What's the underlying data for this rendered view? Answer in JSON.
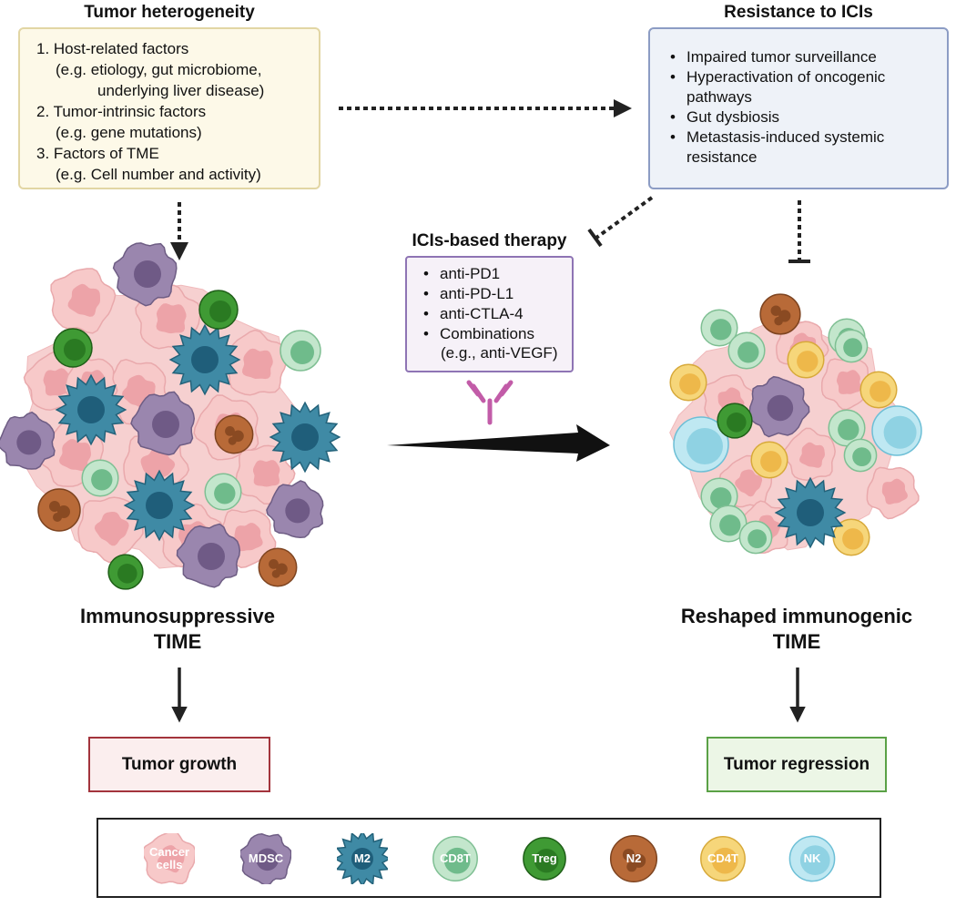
{
  "left_panel": {
    "heading": "Tumor heterogeneity",
    "factors": [
      "1. Host-related factors",
      "(e.g. etiology, gut microbiome,",
      "underlying liver disease)",
      "2. Tumor-intrinsic factors",
      "(e.g. gene mutations)",
      "3. Factors of TME",
      "(e.g. Cell number and activity)"
    ],
    "cluster_label": [
      "Immunosuppressive",
      "TIME"
    ],
    "outcome": "Tumor growth"
  },
  "right_panel": {
    "heading": "Resistance to ICIs",
    "mechanisms": [
      "Impaired tumor surveillance",
      "Hyperactivation of oncogenic pathways",
      "Gut dysbiosis",
      "Metastasis-induced systemic resistance"
    ],
    "cluster_label": [
      "Reshaped immunogenic",
      "TIME"
    ],
    "outcome": "Tumor regression"
  },
  "therapy": {
    "heading": "ICIs-based therapy",
    "items": [
      "anti-PD1",
      "anti-PD-L1",
      "anti-CTLA-4",
      "Combinations"
    ],
    "note": "(e.g., anti-VEGF)"
  },
  "legend": [
    {
      "label": "Cancer cells",
      "icon": "cancer-cell-icon",
      "color": "#f5c3c3"
    },
    {
      "label": "MDSC",
      "icon": "mdsc-cell-icon",
      "color": "#8d7aa3"
    },
    {
      "label": "M2",
      "icon": "m2-macrophage-icon",
      "color": "#3f8aa5"
    },
    {
      "label": "CD8T",
      "icon": "cd8t-cell-icon",
      "color": "#a9d8b5"
    },
    {
      "label": "Treg",
      "icon": "treg-cell-icon",
      "color": "#3f9a34"
    },
    {
      "label": "N2",
      "icon": "n2-neutrophil-icon",
      "color": "#b86a38"
    },
    {
      "label": "CD4T",
      "icon": "cd4t-cell-icon",
      "color": "#f3cc5c"
    },
    {
      "label": "NK",
      "icon": "nk-cell-icon",
      "color": "#9fdbe9"
    }
  ]
}
